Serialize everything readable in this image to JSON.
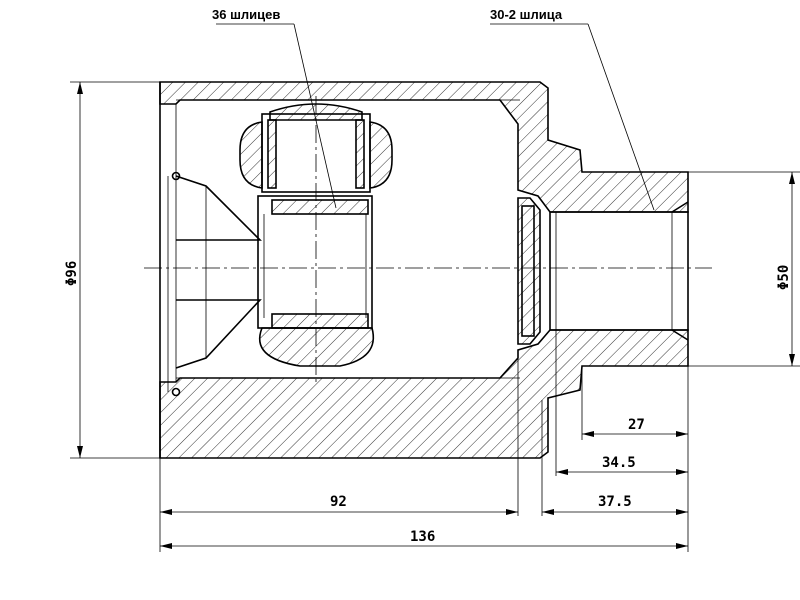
{
  "callouts": {
    "inner_splines": "36 шлицев",
    "outer_splines": "30-2 шлица"
  },
  "dimensions": {
    "diameter_outer": "Φ96",
    "diameter_shaft": "Φ50",
    "d27": "27",
    "d34_5": "34.5",
    "d37_5": "37.5",
    "d92": "92",
    "d136": "136"
  }
}
